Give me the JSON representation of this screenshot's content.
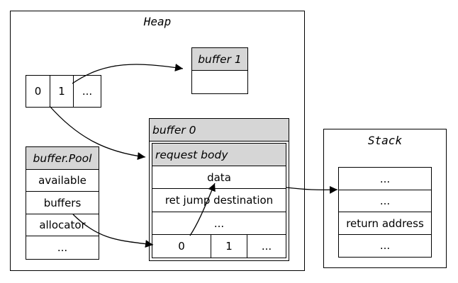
{
  "heap": {
    "title": "Heap"
  },
  "stack": {
    "title": "Stack",
    "rows": [
      "...",
      "...",
      "return address",
      "..."
    ]
  },
  "slice": {
    "cells": [
      "0",
      "1",
      "..."
    ]
  },
  "buffer1": {
    "title": "buffer 1"
  },
  "pool": {
    "title": "buffer.Pool",
    "rows": [
      "available",
      "buffers",
      "allocator",
      "..."
    ]
  },
  "buffer0": {
    "title": "buffer 0",
    "request_title": "request body",
    "data_label": "data",
    "ret_label": "ret jump destination",
    "ellipsis": "...",
    "cells": [
      "0",
      "1",
      "..."
    ]
  }
}
